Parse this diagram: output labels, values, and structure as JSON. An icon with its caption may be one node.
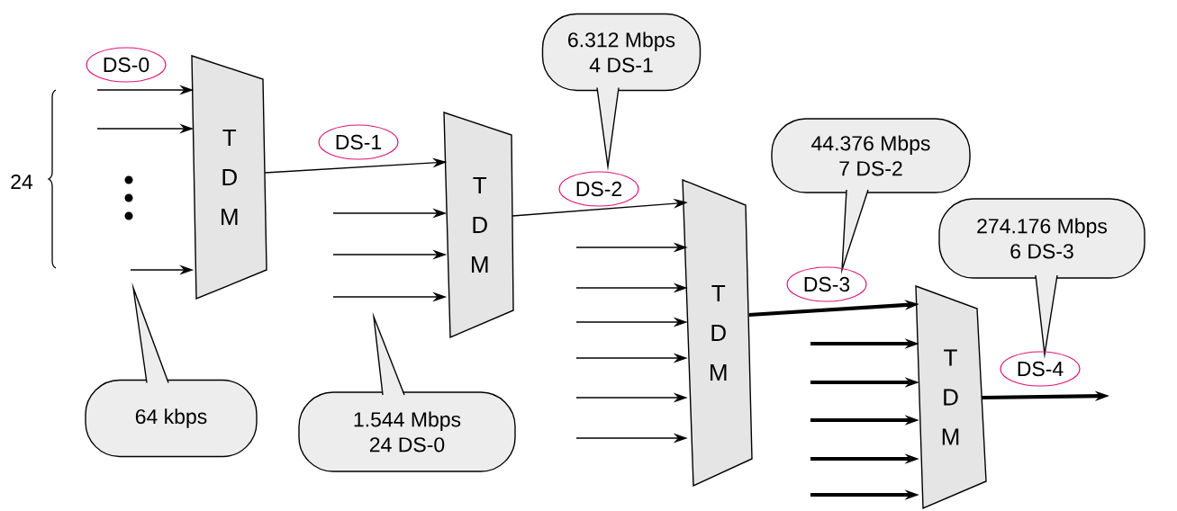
{
  "diagram": {
    "nodes": [
      {
        "text": [
          "T D M"
        ]
      },
      {
        "text": [
          "T D M"
        ]
      },
      {
        "text": [
          "T D M"
        ]
      },
      {
        "text": [
          "T D M"
        ]
      },
      {
        "text": [
          "64 kbps"
        ]
      },
      {
        "text": [
          "1.544 Mbps",
          "24 DS-0"
        ]
      },
      {
        "text": [
          "6.312 Mbps",
          "4 DS-1"
        ]
      },
      {
        "text": [
          "44.376 Mbps",
          "7 DS-2"
        ]
      },
      {
        "text": [
          "274.176 Mbps",
          "6 DS-3"
        ]
      }
    ],
    "edges": [
      {
        "from": null,
        "to": 0,
        "arrow": "to",
        "label": "DS-0"
      },
      {
        "from": null,
        "to": 0,
        "arrow": "to"
      },
      {
        "from": null,
        "to": 0,
        "arrow": "to"
      },
      {
        "from": 0,
        "to": 1,
        "arrow": "to",
        "label": "DS-1"
      },
      {
        "from": null,
        "to": 1,
        "arrow": "to"
      },
      {
        "from": null,
        "to": 1,
        "arrow": "to"
      },
      {
        "from": null,
        "to": 1,
        "arrow": "to"
      },
      {
        "from": 1,
        "to": 2,
        "arrow": "to",
        "label": "DS-2"
      },
      {
        "from": null,
        "to": 2,
        "arrow": "to"
      },
      {
        "from": null,
        "to": 2,
        "arrow": "to"
      },
      {
        "from": null,
        "to": 2,
        "arrow": "to"
      },
      {
        "from": null,
        "to": 2,
        "arrow": "to"
      },
      {
        "from": null,
        "to": 2,
        "arrow": "to"
      },
      {
        "from": null,
        "to": 2,
        "arrow": "to"
      },
      {
        "from": 2,
        "to": 3,
        "arrow": "to",
        "label": "DS-3",
        "style": "thick"
      },
      {
        "from": null,
        "to": 3,
        "arrow": "to",
        "style": "thick"
      },
      {
        "from": null,
        "to": 3,
        "arrow": "to",
        "style": "thick"
      },
      {
        "from": null,
        "to": 3,
        "arrow": "to",
        "style": "thick"
      },
      {
        "from": null,
        "to": 3,
        "arrow": "to",
        "style": "thick"
      },
      {
        "from": null,
        "to": 3,
        "arrow": "to",
        "style": "thick"
      },
      {
        "from": 3,
        "to": null,
        "arrow": "to",
        "label": "DS-4",
        "style": "thick"
      }
    ],
    "labels": [
      "24"
    ]
  }
}
